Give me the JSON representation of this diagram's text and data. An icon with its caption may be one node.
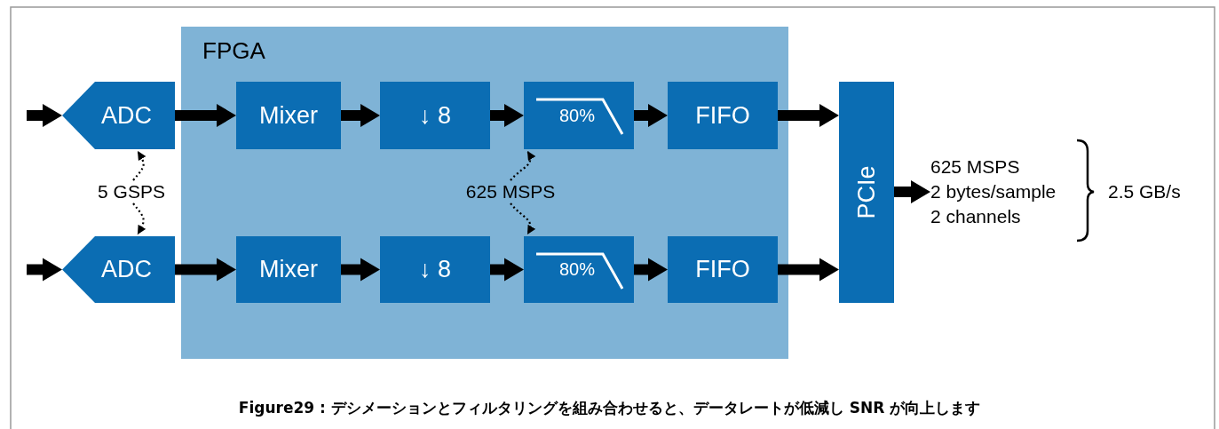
{
  "diagram": {
    "caption": "**Figure29 : デシメーションとフィルタリングを組み合わせると、データレートが低減し SNR が向上します**",
    "nodes": [
      {
        "text": [
          "FPGA"
        ]
      },
      {
        "text": [
          "ADC"
        ]
      },
      {
        "text": [
          "Mixer"
        ],
        "in": 0
      },
      {
        "text": [
          "↓ 8"
        ],
        "in": 0
      },
      {
        "text": [
          "80%"
        ],
        "in": 0
      },
      {
        "text": [
          "FIFO"
        ],
        "in": 0
      },
      {
        "text": [
          "ADC"
        ]
      },
      {
        "text": [
          "Mixer"
        ],
        "in": 0
      },
      {
        "text": [
          "↓ 8"
        ],
        "in": 0
      },
      {
        "text": [
          "80%"
        ],
        "in": 0
      },
      {
        "text": [
          "FIFO"
        ],
        "in": 0
      },
      {
        "text": [
          "PCIe"
        ]
      },
      {
        "text": [
          "5 GSPS"
        ]
      },
      {
        "text": [
          "625 MSPS"
        ],
        "in": 0
      },
      {
        "text": [
          "625 MSPS",
          "2 bytes/sample",
          "2 channels"
        ]
      }
    ],
    "edges": [
      {
        "from": null,
        "to": 1,
        "arrow": "to"
      },
      {
        "from": 1,
        "to": 2,
        "arrow": "to"
      },
      {
        "from": 2,
        "to": 3,
        "arrow": "to"
      },
      {
        "from": 3,
        "to": 4,
        "arrow": "to"
      },
      {
        "from": 4,
        "to": 5,
        "arrow": "to"
      },
      {
        "from": 5,
        "to": 11,
        "arrow": "to"
      },
      {
        "from": null,
        "to": 6,
        "arrow": "to"
      },
      {
        "from": 6,
        "to": 7,
        "arrow": "to"
      },
      {
        "from": 7,
        "to": 8,
        "arrow": "to"
      },
      {
        "from": 8,
        "to": 9,
        "arrow": "to"
      },
      {
        "from": 9,
        "to": 10,
        "arrow": "to"
      },
      {
        "from": 10,
        "to": 11,
        "arrow": "to"
      },
      {
        "from": 11,
        "to": 14,
        "arrow": "to"
      },
      {
        "from": 12,
        "to": 1,
        "arrow": "to",
        "style": "dashed"
      },
      {
        "from": 12,
        "to": 6,
        "arrow": "to",
        "style": "dashed"
      },
      {
        "from": 13,
        "to": 4,
        "arrow": "to",
        "style": "dashed"
      },
      {
        "from": 13,
        "to": 9,
        "arrow": "to",
        "style": "dashed"
      }
    ],
    "labels": [
      "2.5 GB/s"
    ]
  }
}
